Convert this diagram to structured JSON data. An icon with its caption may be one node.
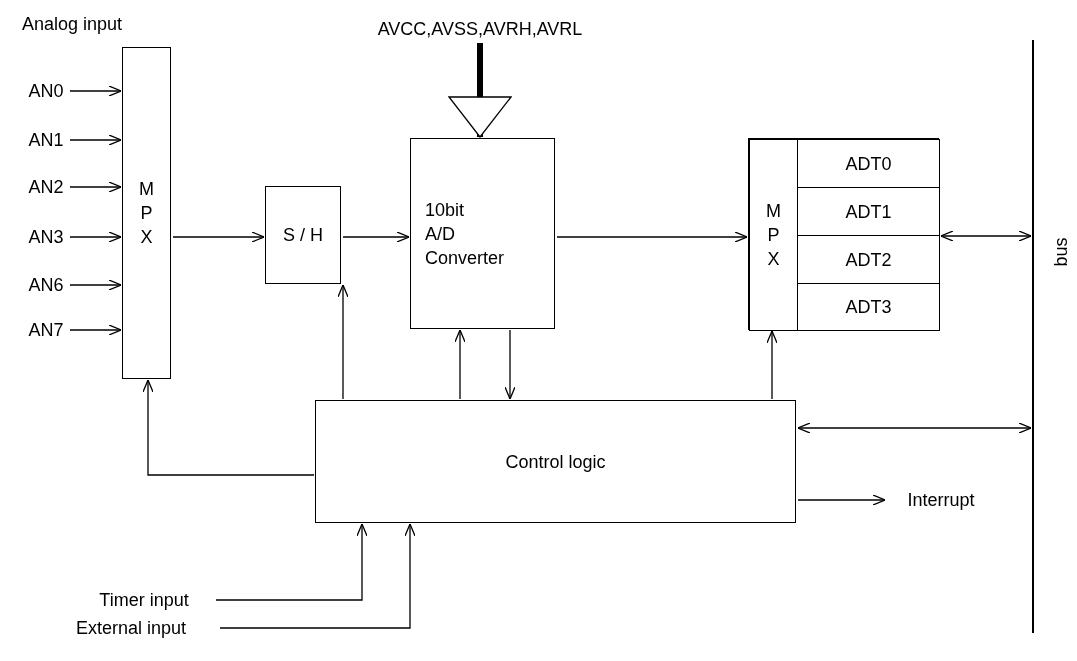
{
  "diagram": {
    "nodes": [
      {
        "text": [
          "AN0"
        ]
      },
      {
        "text": [
          "AN1"
        ]
      },
      {
        "text": [
          "AN2"
        ]
      },
      {
        "text": [
          "AN3"
        ]
      },
      {
        "text": [
          "AN6"
        ]
      },
      {
        "text": [
          "AN7"
        ]
      },
      {
        "text": [
          "M P X"
        ]
      },
      {
        "text": [
          "S / H"
        ]
      },
      {
        "text": [
          "AVCC,AVSS,AVRH,AVRL"
        ]
      },
      {
        "text": [
          "10bit A/D Converter"
        ]
      },
      {
        "text": [],
        "shape": "box"
      },
      {
        "text": [
          "M P X"
        ],
        "in": 10
      },
      {
        "text": [
          "ADT0"
        ],
        "in": 10
      },
      {
        "text": [
          "ADT1"
        ],
        "in": 10
      },
      {
        "text": [
          "ADT2"
        ],
        "in": 10
      },
      {
        "text": [
          "ADT3"
        ],
        "in": 10
      },
      {
        "text": [
          "Control logic"
        ]
      },
      {
        "text": [
          "Timer input"
        ]
      },
      {
        "text": [
          "External input"
        ]
      },
      {
        "text": [
          "Interrupt"
        ]
      },
      {
        "text": [
          "bus"
        ]
      }
    ],
    "edges": [
      {
        "from": 0,
        "to": 6,
        "arrow": "to"
      },
      {
        "from": 1,
        "to": 6,
        "arrow": "to"
      },
      {
        "from": 2,
        "to": 6,
        "arrow": "to"
      },
      {
        "from": 3,
        "to": 6,
        "arrow": "to"
      },
      {
        "from": 4,
        "to": 6,
        "arrow": "to"
      },
      {
        "from": 5,
        "to": 6,
        "arrow": "to"
      },
      {
        "from": 6,
        "to": 7,
        "arrow": "to"
      },
      {
        "from": 7,
        "to": 9,
        "arrow": "to"
      },
      {
        "from": 8,
        "to": 9,
        "arrow": "to",
        "style": "thick"
      },
      {
        "from": 9,
        "to": 11,
        "arrow": "to"
      },
      {
        "from": 10,
        "to": 20,
        "arrow": "both"
      },
      {
        "from": 16,
        "to": 6,
        "arrow": "to"
      },
      {
        "from": 16,
        "to": 7,
        "arrow": "to"
      },
      {
        "from": 16,
        "to": 9,
        "arrow": "to"
      },
      {
        "from": 9,
        "to": 16,
        "arrow": "to"
      },
      {
        "from": 16,
        "to": 11,
        "arrow": "to"
      },
      {
        "from": 16,
        "to": 20,
        "arrow": "both"
      },
      {
        "from": 16,
        "to": 19,
        "arrow": "to"
      },
      {
        "from": 17,
        "to": 16,
        "arrow": "to"
      },
      {
        "from": 18,
        "to": 16,
        "arrow": "to"
      }
    ],
    "labels": [
      "Analog input"
    ]
  }
}
